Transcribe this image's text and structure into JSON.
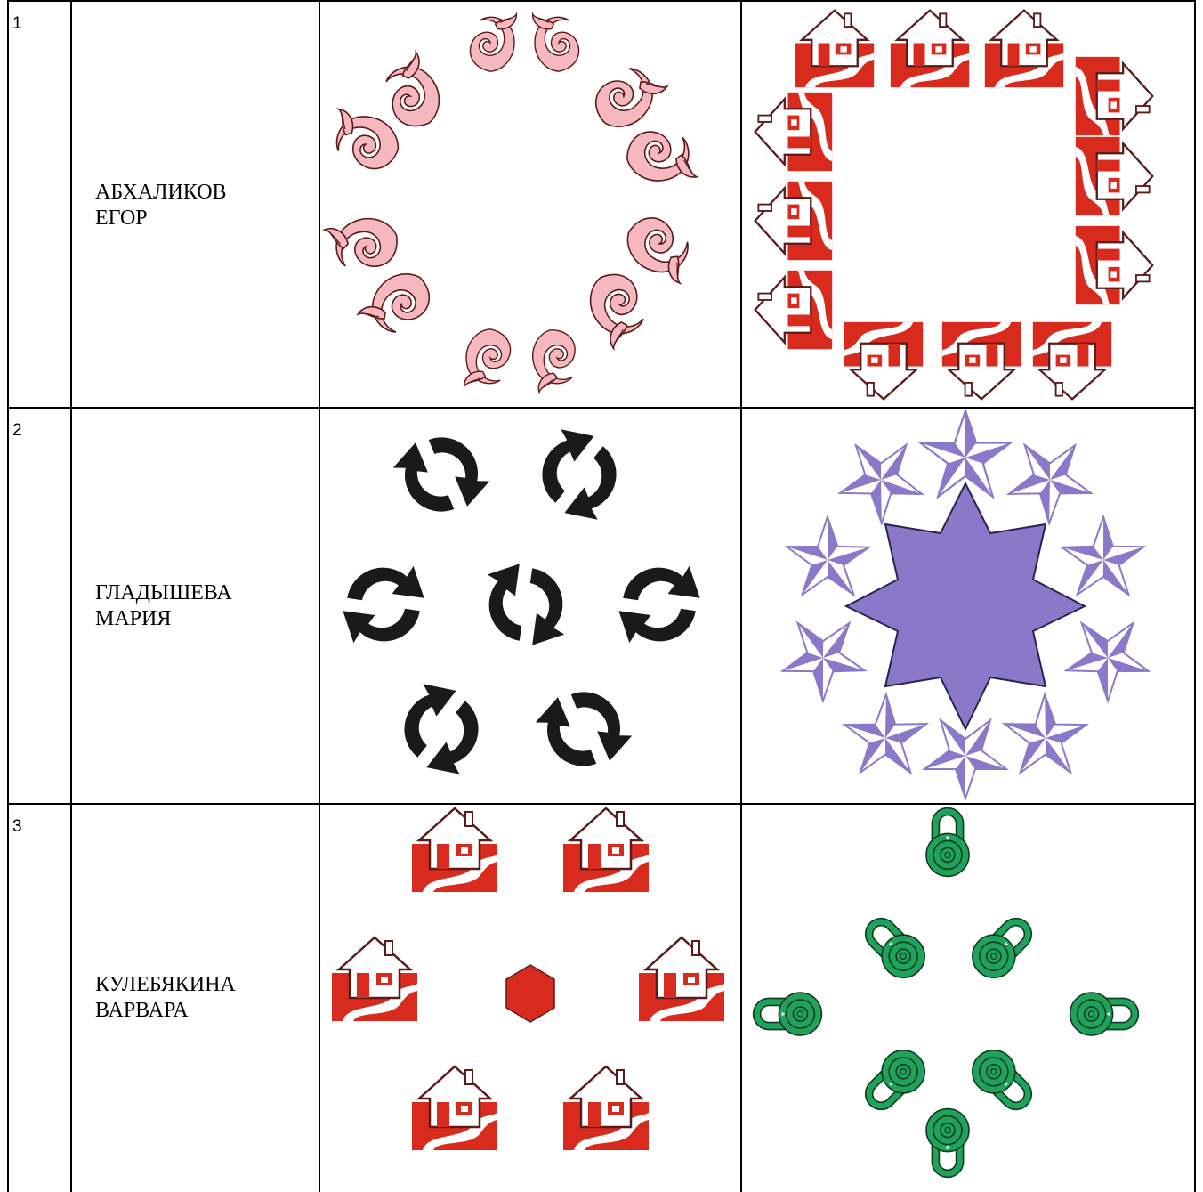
{
  "rows": [
    {
      "number": "1",
      "name_line1": "АБХАЛИКОВ",
      "name_line2": "ЕГОР",
      "pattern_a": {
        "motif": "scroll-ornament",
        "color": "#f6b8bf",
        "outline": "#5a1a1a"
      },
      "pattern_b": {
        "motif": "house-icon",
        "color": "#d92a1e",
        "outline": "#5a1a1a"
      }
    },
    {
      "number": "2",
      "name_line1": "ГЛАДЫШЕВА",
      "name_line2": "МАРИЯ",
      "pattern_a": {
        "motif": "refresh-arrows-icon",
        "color": "#1a1a1a"
      },
      "pattern_b": {
        "motif": "star-icon",
        "color": "#8a78c8",
        "outline": "#2a2350"
      }
    },
    {
      "number": "3",
      "name_line1": "КУЛЕБЯКИНА",
      "name_line2": "ВАРВАРА",
      "pattern_a": {
        "motif": "house-icon",
        "center_motif": "hexagon-icon",
        "color": "#d92a1e",
        "outline": "#5a1a1a"
      },
      "pattern_b": {
        "motif": "padlock-icon",
        "color": "#1fa35a",
        "outline": "#0e3a22"
      }
    }
  ]
}
